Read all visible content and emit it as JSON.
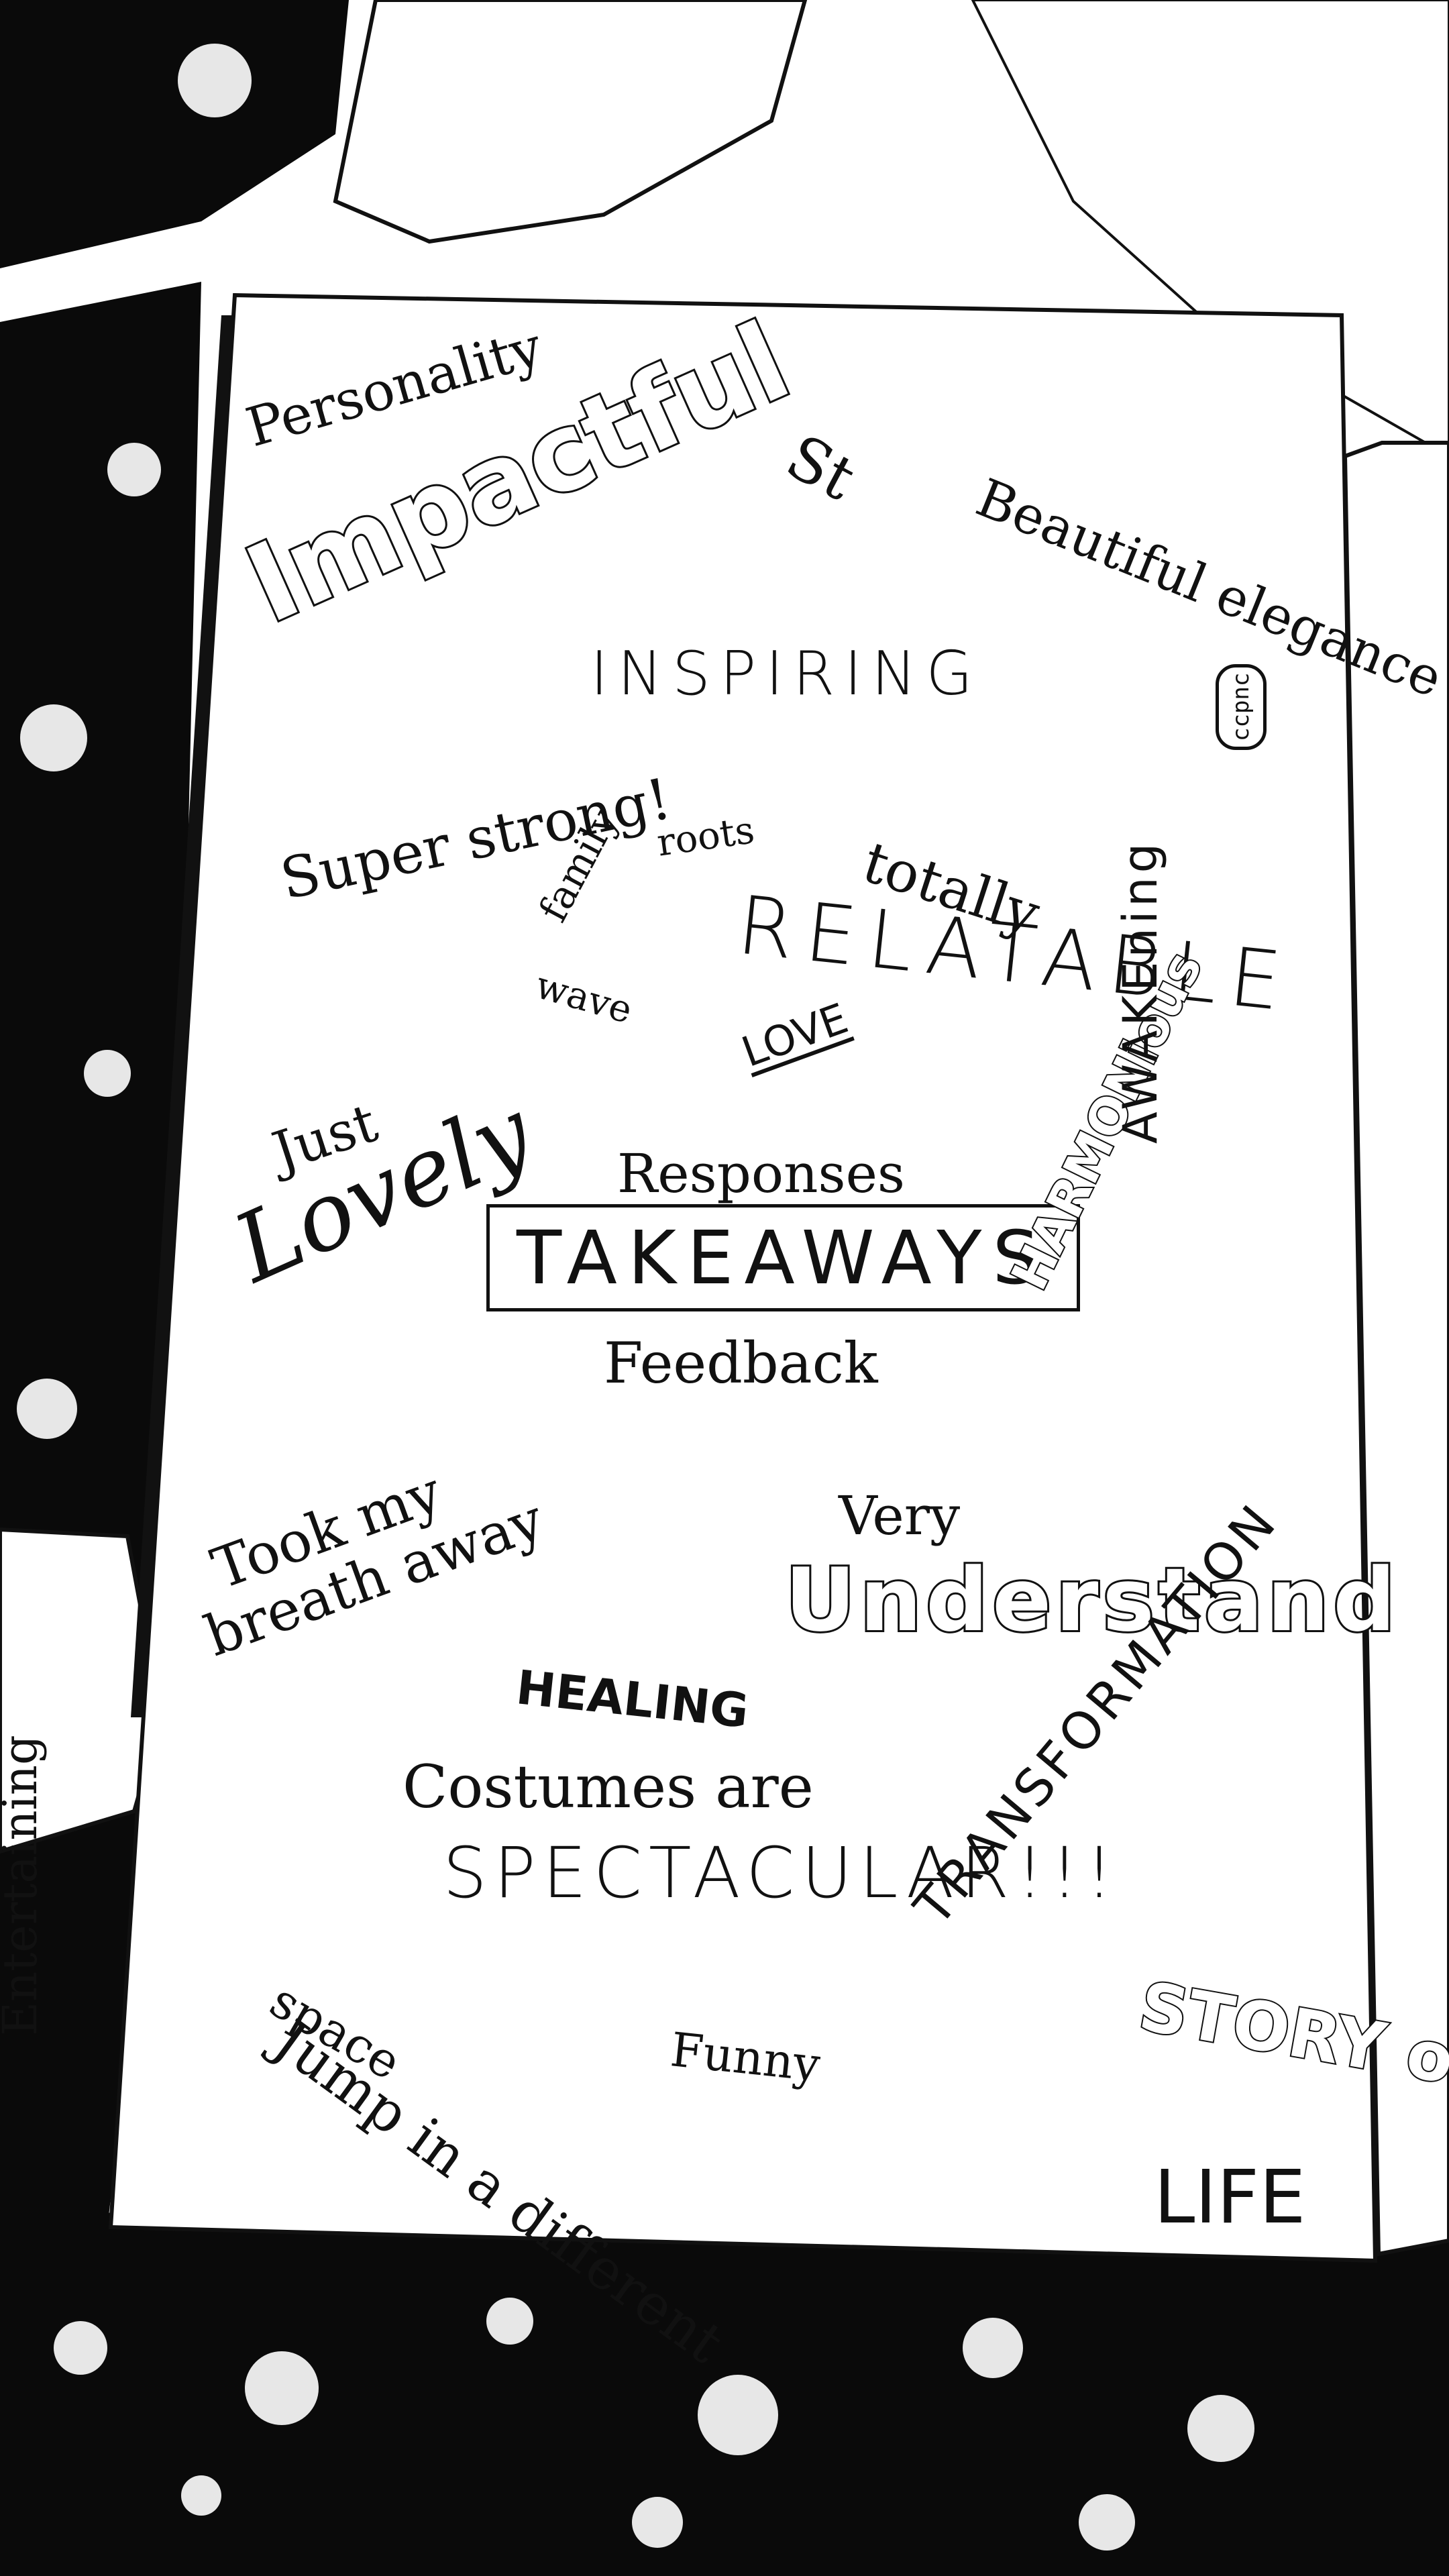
{
  "photo": {
    "subject": "notebook-page-of-audience-feedback",
    "style": "high-contrast black and white"
  },
  "colors": {
    "ink": "#111111",
    "paper": "#ffffff",
    "background": "#000000"
  },
  "words": {
    "personality": "Personality",
    "impactful": "Impactful",
    "st": "St",
    "beautiful_elegance": "Beautiful elegance",
    "inspiring": "INSPIRING",
    "super_strong": "Super strong!",
    "family": "family",
    "roots": "roots",
    "totally": "totally",
    "relatable": "RELATABLE",
    "wave": "wave",
    "love": "LOVE",
    "just": "Just",
    "lovely": "Lovely",
    "responses": "Responses",
    "takeaways": "TAKEAWAYS",
    "feedback": "Feedback",
    "harmonious": "HARMONious",
    "awakening": "AWAKEning",
    "took_my": "Took my",
    "breath_away": "breath away",
    "very": "Very",
    "understanding": "Understand",
    "healing": "HEALING",
    "costumes_are": "Costumes are",
    "spectacular": "SPECTACULAR!!!",
    "transformation": "TRANSFORMATION",
    "jump_in": "Jump in a different",
    "space": "space",
    "funny": "Funny",
    "entertaining": "Entertaining",
    "story_of": "STORY of",
    "life": "LIFE"
  }
}
